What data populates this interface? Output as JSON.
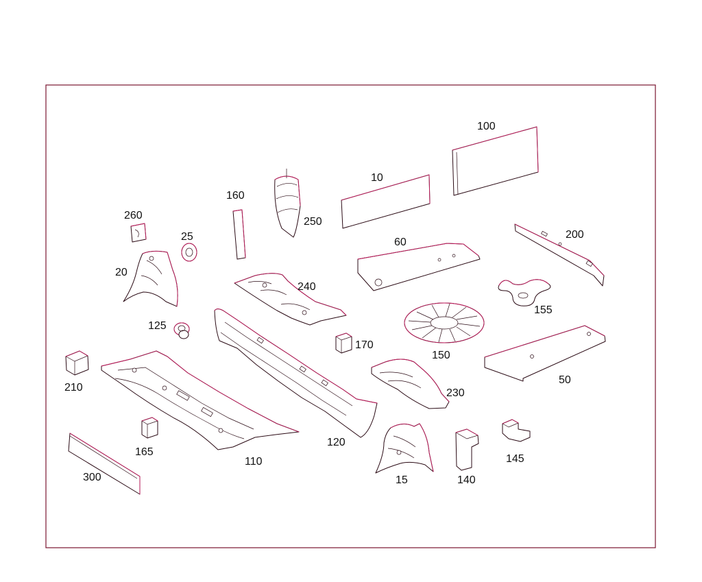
{
  "diagram": {
    "colors": {
      "frame": "#7a1530",
      "outline": "#2a0a14",
      "accent_edge": "#c2185b",
      "label": "#111111"
    },
    "parts": [
      {
        "id": "p100",
        "label": "100"
      },
      {
        "id": "p10",
        "label": "10"
      },
      {
        "id": "p160",
        "label": "160"
      },
      {
        "id": "p250",
        "label": "250"
      },
      {
        "id": "p260",
        "label": "260"
      },
      {
        "id": "p25",
        "label": "25"
      },
      {
        "id": "p60",
        "label": "60"
      },
      {
        "id": "p200",
        "label": "200"
      },
      {
        "id": "p20",
        "label": "20"
      },
      {
        "id": "p240",
        "label": "240"
      },
      {
        "id": "p155",
        "label": "155"
      },
      {
        "id": "p125",
        "label": "125"
      },
      {
        "id": "p170",
        "label": "170"
      },
      {
        "id": "p150",
        "label": "150"
      },
      {
        "id": "p50",
        "label": "50"
      },
      {
        "id": "p210",
        "label": "210"
      },
      {
        "id": "p230",
        "label": "230"
      },
      {
        "id": "p120",
        "label": "120"
      },
      {
        "id": "p165",
        "label": "165"
      },
      {
        "id": "p110",
        "label": "110"
      },
      {
        "id": "p145",
        "label": "145"
      },
      {
        "id": "p300",
        "label": "300"
      },
      {
        "id": "p15",
        "label": "15"
      },
      {
        "id": "p140",
        "label": "140"
      }
    ]
  }
}
